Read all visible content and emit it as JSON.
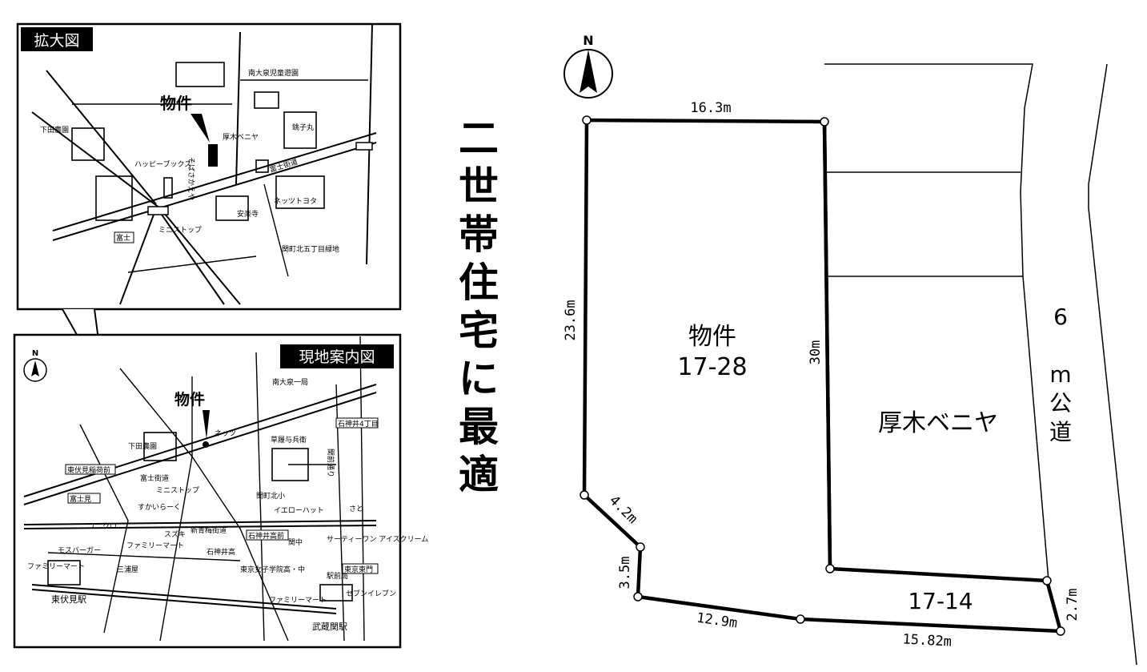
{
  "enlarged_map": {
    "title": "拡大図",
    "property_label": "物件",
    "places": {
      "minami_ooizumi_park": "南大泉児童遊園",
      "shimoda_farm": "下田農園",
      "atsugi_veneer": "厚木ベニヤ",
      "choshimaru": "銚子丸",
      "happy_books": "ハッピーブックス",
      "sobasaka": "そばさかえや",
      "fuji_kaido": "富士街道",
      "netz_toyota": "ネッツトヨタ",
      "anraku_ji": "安楽寺",
      "ministop": "ミニストップ",
      "sekimachi_green": "関町北五丁目緑地",
      "koban": "富士"
    }
  },
  "local_map": {
    "title": "現地案内図",
    "north": "N",
    "property_label": "物件",
    "places": {
      "minami_ooizumi_1": "南大泉一局",
      "netz": "ネッツ",
      "soyoka": "草履与兵衛",
      "shimoda": "下田農園",
      "higashifushimi_east": "東伏見稲荷前",
      "fuji_kaido": "富士街道",
      "ishigami_4": "石神井4丁目",
      "ministop": "ミニストップ",
      "fujimi": "富士見",
      "sukairaku": "すかいらーく",
      "sekimachi_kita": "関町北小",
      "yellow_hat": "イエローハット",
      "sato": "さと",
      "uniqlo": "ユニクロ",
      "suzuki": "スズキ",
      "shinmeimae": "新青梅街道",
      "ishigami_high_bus": "石神井高前",
      "hachi": "関中",
      "thirty_one": "サーティーワン アイスクリーム",
      "mos": "モスバーガー",
      "familymart1": "ファミリーマート",
      "ishigami_high": "石神井高",
      "familymart2": "ファミリーマート",
      "mitsuba": "三浦屋",
      "tokyo_joshi": "東京女子学院高・中",
      "ekimae": "駅前局",
      "higashifushimi_station": "東伏見駅",
      "familymart3": "ファミリーマート",
      "seven": "セブンイレブン",
      "musashiseki_station": "武蔵関駅",
      "sekimae": "関前通り",
      "north_gate": "東京東門"
    }
  },
  "headline": "二世帯住宅に最適",
  "plot": {
    "north": "N",
    "property_label": "物件",
    "property_lot": "17-28",
    "neighbor_label": "厚木ベニヤ",
    "neighbor_lot": "17-14",
    "road_label": "6 m公道",
    "dims": {
      "top": "16.3m",
      "left": "23.6m",
      "diag": "4.2m",
      "short_left": "3.5m",
      "bottom_left": "12.9m",
      "bottom_right": "15.82m",
      "right_short": "2.7m",
      "inner_right": "30m"
    }
  }
}
